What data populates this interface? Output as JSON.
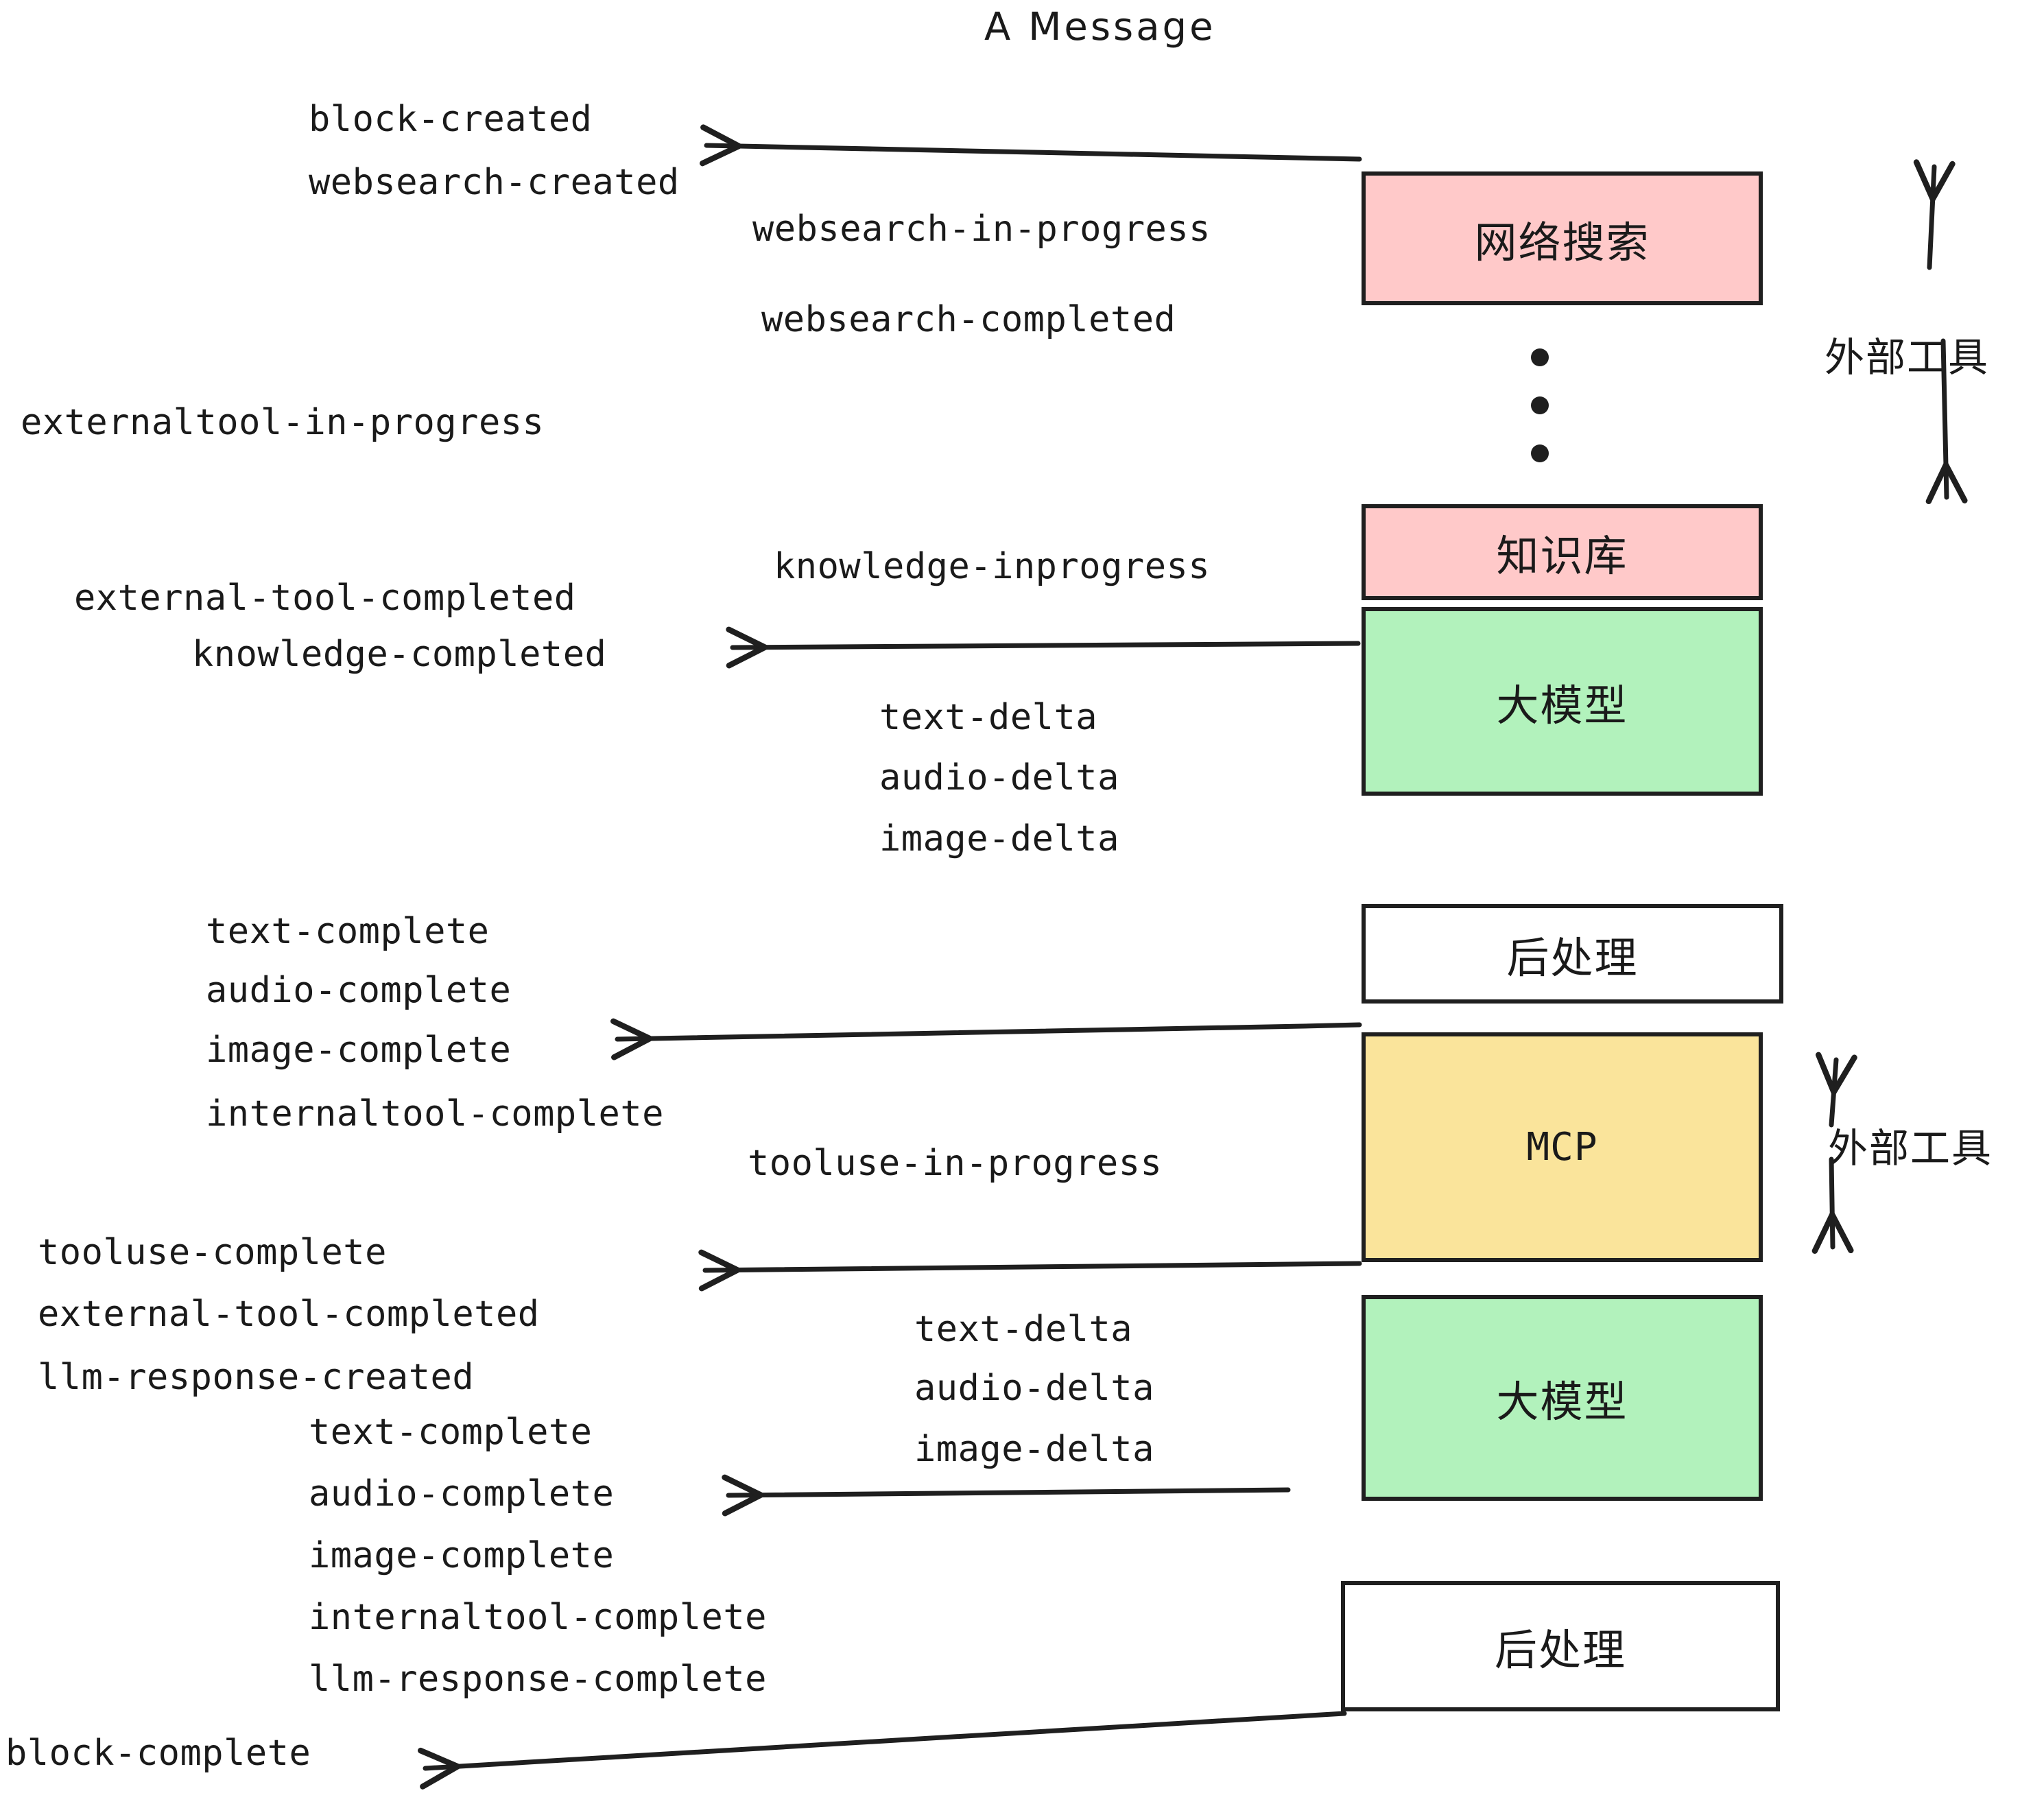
{
  "title": "A Message",
  "colors": {
    "pink": "#FFC9C9",
    "green": "#B2F2BC",
    "yellow": "#FAE49B",
    "white": "#FFFFFF",
    "stroke": "#1F1F1F",
    "text": "#1A1A1A"
  },
  "boxes": [
    {
      "label": "网络搜索",
      "fill": "pink"
    },
    {
      "label": "知识库",
      "fill": "pink"
    },
    {
      "label": "大模型",
      "fill": "green"
    },
    {
      "label": "后处理",
      "fill": "white"
    },
    {
      "label": "MCP",
      "fill": "yellow"
    },
    {
      "label": "大模型",
      "fill": "green"
    },
    {
      "label": "后处理",
      "fill": "white"
    }
  ],
  "side_labels": [
    {
      "label": "外部工具"
    },
    {
      "label": "外部工具"
    }
  ],
  "events": [
    {
      "text": "block-created"
    },
    {
      "text": "websearch-created"
    },
    {
      "text": "websearch-in-progress"
    },
    {
      "text": "websearch-completed"
    },
    {
      "text": "externaltool-in-progress"
    },
    {
      "text": "knowledge-inprogress"
    },
    {
      "text": "external-tool-completed"
    },
    {
      "text": "knowledge-completed"
    },
    {
      "text": "text-delta"
    },
    {
      "text": "audio-delta"
    },
    {
      "text": "image-delta"
    },
    {
      "text": "text-complete"
    },
    {
      "text": "audio-complete"
    },
    {
      "text": "image-complete"
    },
    {
      "text": "internaltool-complete"
    },
    {
      "text": "tooluse-in-progress"
    },
    {
      "text": "tooluse-complete"
    },
    {
      "text": "external-tool-completed"
    },
    {
      "text": "llm-response-created"
    },
    {
      "text": "text-delta"
    },
    {
      "text": "audio-delta"
    },
    {
      "text": "image-delta"
    },
    {
      "text": "text-complete"
    },
    {
      "text": "audio-complete"
    },
    {
      "text": "image-complete"
    },
    {
      "text": "internaltool-complete"
    },
    {
      "text": "llm-response-complete"
    },
    {
      "text": "block-complete"
    }
  ],
  "ellipsis_dots": 3
}
